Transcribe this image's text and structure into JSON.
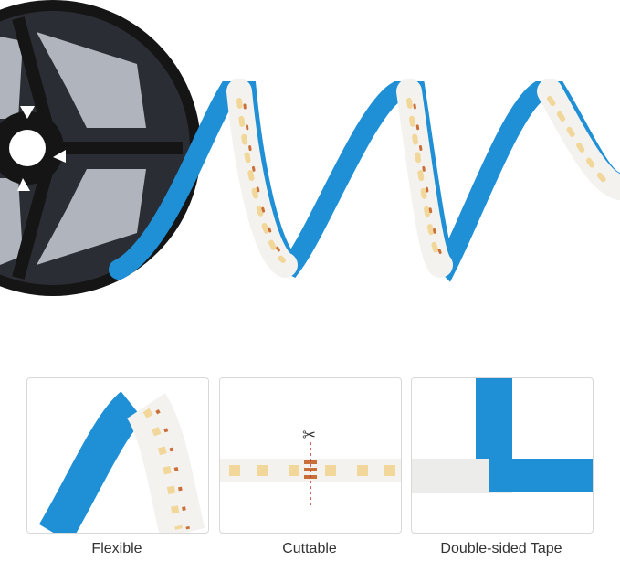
{
  "features": [
    {
      "label": "Flexible"
    },
    {
      "label": "Cuttable"
    },
    {
      "label": "Double-sided Tape"
    }
  ],
  "colors": {
    "tape_blue": "#1f8fd6",
    "strip_white": "#f4f2ee",
    "led_yellow": "#f2d79a",
    "resistor_orange": "#c9703a",
    "reel_black": "#151515"
  }
}
